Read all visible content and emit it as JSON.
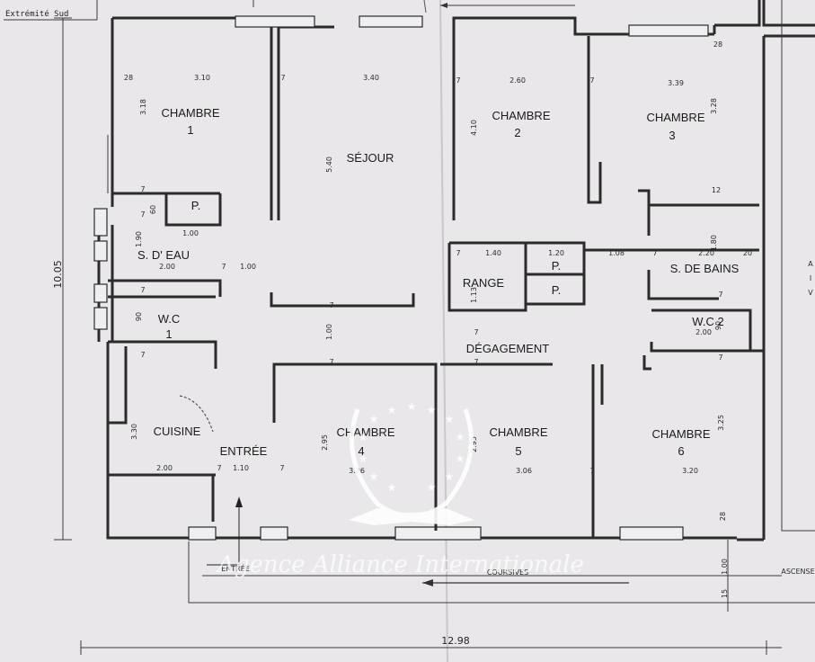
{
  "header": {
    "corner_note": "Extrémité Sud"
  },
  "rooms": {
    "chambre1": [
      "CHAMBRE",
      "1"
    ],
    "chambre2": [
      "CHAMBRE",
      "2"
    ],
    "chambre3": [
      "CHAMBRE",
      "3"
    ],
    "chambre4": [
      "CHAMBRE",
      "4"
    ],
    "chambre5": [
      "CHAMBRE",
      "5"
    ],
    "chambre6": [
      "CHAMBRE",
      "6"
    ],
    "sejour": "SÉJOUR",
    "seau": "S. D' EAU",
    "wc1": [
      "W.C",
      "1"
    ],
    "wc2": "W.C 2",
    "cuisine": "CUISINE",
    "entree": "ENTRÉE",
    "range": "RANGE",
    "degagement": "DÉGAGEMENT",
    "sbains": "S. DE BAINS",
    "placard": "P."
  },
  "dimensions": {
    "d28a": "28",
    "d310": "3.10",
    "d340": "3.40",
    "d260": "2.60",
    "d339": "3.39",
    "d28b": "28",
    "d318": "3.18",
    "d540": "5.40",
    "d410": "4.10",
    "d328": "3.28",
    "d60": "60",
    "d100a": "1.00",
    "d190": "1.90",
    "d200a": "2.00",
    "d100b": "1.00",
    "d140": "1.40",
    "d120": "1.20",
    "d108": "1.08",
    "d220": "2.20",
    "d20": "20",
    "d180": "1.80",
    "d12": "12",
    "d113": "1.13",
    "d90a": "90",
    "d100c": "1.00",
    "d90b": "90",
    "d200b": "2.00",
    "d330": "3.30",
    "d295a": "2.95",
    "d295b": "2.95",
    "d325": "3.25",
    "d200c": "2.00",
    "d110": "1.10",
    "d306a": "3.06",
    "d306b": "3.06",
    "d320": "3.20",
    "d28c": "28",
    "d100d": "1.00",
    "d15": "15",
    "d7": "7"
  },
  "overall": {
    "height": "10.05",
    "width": "12.98"
  },
  "outside": {
    "entree": "ENTRÉE",
    "coursives": "COURSIVES",
    "ascenseur": "ASCENSE",
    "right_marks": [
      "A",
      "I",
      "V"
    ]
  },
  "watermark": {
    "text": "Agence Alliance Internationale"
  },
  "colors": {
    "paper": "#e9e7ea",
    "ink": "#2b2b2b",
    "watermark": "#ffffff"
  }
}
